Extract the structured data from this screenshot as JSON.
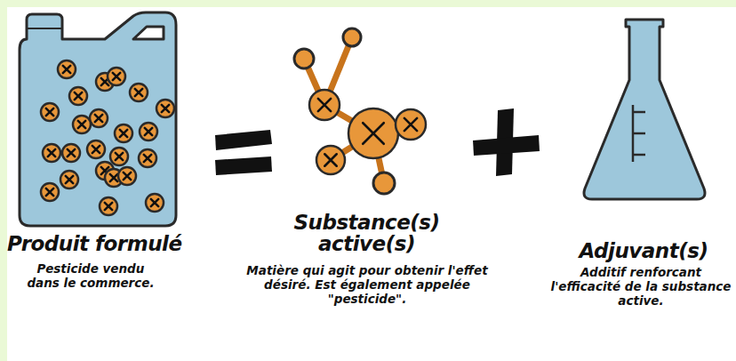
{
  "diagram": {
    "labels": [
      "Produit formulé",
      "Pesticide vendu dans le commerce.",
      "Substance(s) active(s)",
      "Matière qui agit pour obtenir l'effet désiré. Est également appelée \"pesticide\".",
      "Adjuvant(s)",
      "Additif renforcant l'efficacité de la substance active."
    ]
  }
}
